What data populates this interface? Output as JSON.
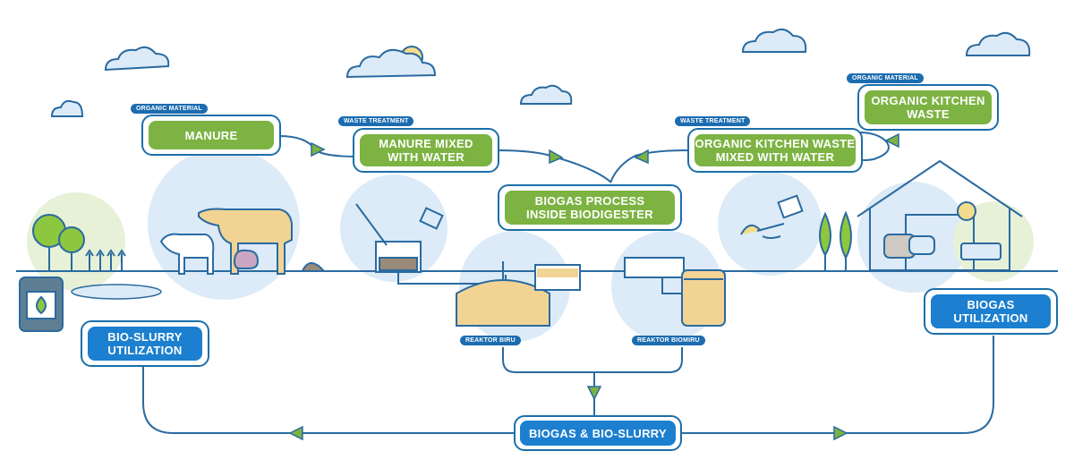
{
  "nodes": {
    "manure": {
      "tag": "ORGANIC MATERIAL",
      "label": "MANURE"
    },
    "manure_water": {
      "tag": "WASTE TREATMENT",
      "label_line1": "MANURE MIXED",
      "label_line2": "WITH WATER"
    },
    "biogas_process": {
      "label_line1": "BIOGAS PROCESS",
      "label_line2": "INSIDE BIODIGESTER"
    },
    "kitchen_water": {
      "tag": "WASTE TREATMENT",
      "label_line1": "ORGANIC KITCHEN WASTE",
      "label_line2": "MIXED WITH WATER"
    },
    "kitchen_waste": {
      "tag": "ORGANIC MATERIAL",
      "label_line1": "ORGANIC KITCHEN",
      "label_line2": "WASTE"
    },
    "bio_slurry": {
      "label_line1": "BIO-SLURRY",
      "label_line2": "UTILIZATION"
    },
    "biogas_util": {
      "label_line1": "BIOGAS",
      "label_line2": "UTILIZATION"
    },
    "output": {
      "label": "BIOGAS & BIO-SLURRY"
    }
  },
  "reactors": {
    "biru": "REAKTOR BIRU",
    "biomiru": "REAKTOR BIOMIRU"
  },
  "colors": {
    "green": "#7cb342",
    "blue": "#1c7fcf",
    "navy": "#1b6ea9",
    "line": "#2a6aa0",
    "tan": "#f1d494",
    "bubble": "#dcebf7"
  }
}
